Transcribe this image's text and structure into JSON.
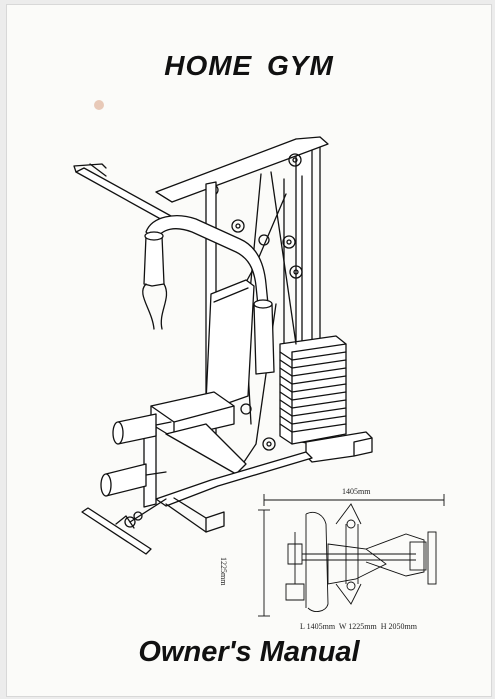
{
  "document": {
    "title": "HOME GYM",
    "subtitle": "Owner's Manual"
  },
  "plan_view": {
    "width_dim": "1405mm",
    "depth_dim": "1225mm",
    "overall_dims": "L 1405mm  W 1225mm  H 2050mm"
  },
  "colors": {
    "paper": "#fbfbf9",
    "ink": "#111111",
    "stain": "#e8c9b8"
  },
  "icons": {
    "illustration": "home-gym-machine-drawing",
    "plan": "top-view-plan-drawing"
  }
}
